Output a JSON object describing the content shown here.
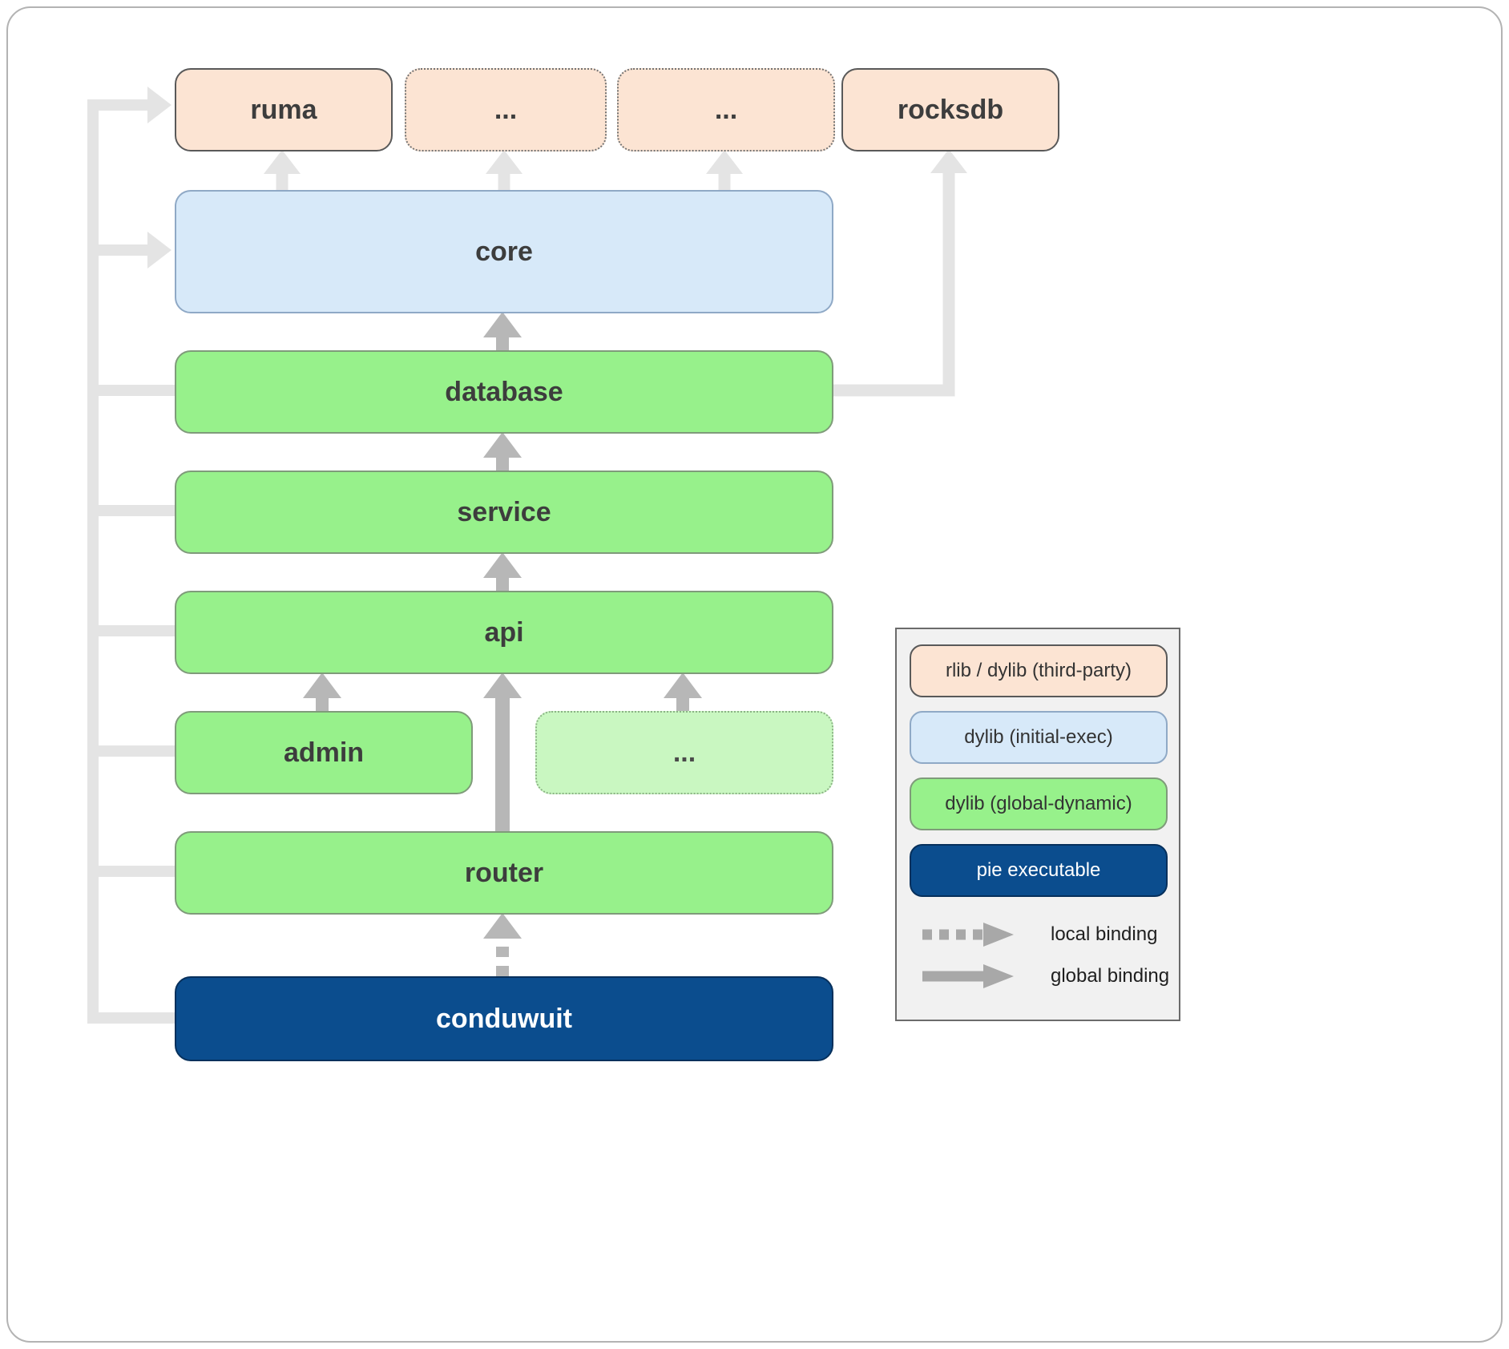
{
  "nodes": {
    "ruma": "ruma",
    "third_party_more_1": "...",
    "third_party_more_2": "...",
    "rocksdb": "rocksdb",
    "core": "core",
    "database": "database",
    "service": "service",
    "api": "api",
    "admin": "admin",
    "modules_more": "...",
    "router": "router",
    "conduwuit": "conduwuit"
  },
  "edges": [
    {
      "from": "conduwuit",
      "to": "router",
      "binding": "local"
    },
    {
      "from": "router",
      "to": "api",
      "binding": "global"
    },
    {
      "from": "admin",
      "to": "api",
      "binding": "global"
    },
    {
      "from": "modules_more",
      "to": "api",
      "binding": "global"
    },
    {
      "from": "api",
      "to": "service",
      "binding": "global"
    },
    {
      "from": "service",
      "to": "database",
      "binding": "global"
    },
    {
      "from": "database",
      "to": "core",
      "binding": "global"
    },
    {
      "from": "database",
      "to": "rocksdb",
      "binding": "global",
      "faded": true
    },
    {
      "from": "core",
      "to": "ruma",
      "binding": "global",
      "faded": true
    },
    {
      "from": "core",
      "to": "third_party_more_1",
      "binding": "global",
      "faded": true
    },
    {
      "from": "core",
      "to": "third_party_more_2",
      "binding": "global",
      "faded": true
    },
    {
      "from": "conduwuit",
      "to": "ruma",
      "binding": "global",
      "faded": true
    },
    {
      "from": "conduwuit",
      "to": "core",
      "binding": "global",
      "faded": true
    },
    {
      "from": "conduwuit",
      "to": "database",
      "binding": "global",
      "faded": true
    },
    {
      "from": "conduwuit",
      "to": "service",
      "binding": "global",
      "faded": true
    },
    {
      "from": "conduwuit",
      "to": "api",
      "binding": "global",
      "faded": true
    },
    {
      "from": "conduwuit",
      "to": "admin",
      "binding": "global",
      "faded": true
    },
    {
      "from": "conduwuit",
      "to": "router",
      "binding": "global",
      "faded": true
    }
  ],
  "legend": {
    "items": [
      "rlib / dylib (third-party)",
      "dylib (initial-exec)",
      "dylib (global-dynamic)",
      "pie executable"
    ],
    "local_binding": "local binding",
    "global_binding": "global binding"
  },
  "colors": {
    "third_party": "#fce4d3",
    "initial_exec": "#d7e9f9",
    "global_dynamic": "#97f18b",
    "global_dynamic_faded": "#c9f7c1",
    "pie_executable": "#0b4d8e",
    "arrow_faded": "#e4e4e4",
    "arrow_strong": "#b7b7b7",
    "legend_background": "#f1f1f1"
  }
}
